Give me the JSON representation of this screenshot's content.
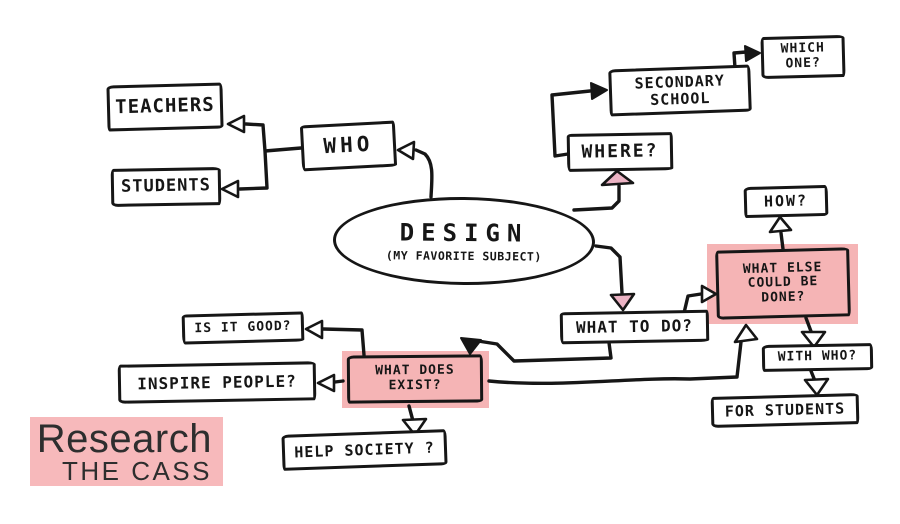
{
  "title": "Design mind map",
  "colors": {
    "ink": "#161616",
    "highlight_pink": "#f5b4b5",
    "logo_background": "#f7b9bb",
    "logo_text": "#2e2e2e",
    "paper": "#ffffff"
  },
  "diagram": {
    "center": {
      "label": "DESIGN",
      "sublabel": "(MY FAVORITE SUBJECT)"
    },
    "nodes": {
      "who": {
        "label": "WHO",
        "highlighted": false
      },
      "teachers": {
        "label": "TEACHERS",
        "highlighted": false
      },
      "students": {
        "label": "STUDENTS",
        "highlighted": false
      },
      "where": {
        "label": "WHERE?",
        "highlighted": false
      },
      "secondary_school": {
        "label": "SECONDARY\nSCHOOL",
        "highlighted": false
      },
      "which_one": {
        "label": "WHICH\nONE?",
        "highlighted": false
      },
      "what_to_do": {
        "label": "WHAT TO DO?",
        "highlighted": false
      },
      "what_else_could_be_done": {
        "label": "WHAT ELSE\nCOULD BE\nDONE?",
        "highlighted": true
      },
      "how": {
        "label": "HOW?",
        "highlighted": false
      },
      "with_who": {
        "label": "WITH WHO?",
        "highlighted": false
      },
      "for_students": {
        "label": "FOR STUDENTS",
        "highlighted": false
      },
      "what_does_exist": {
        "label": "WHAT DOES\nEXIST?",
        "highlighted": true
      },
      "is_it_good": {
        "label": "IS IT GOOD?",
        "highlighted": false
      },
      "inspire_people": {
        "label": "INSPIRE PEOPLE?",
        "highlighted": false
      },
      "help_society": {
        "label": "HELP SOCIETY ?",
        "highlighted": false
      }
    },
    "edges": [
      {
        "from": "design",
        "to": "who"
      },
      {
        "from": "who",
        "to": "teachers"
      },
      {
        "from": "who",
        "to": "students"
      },
      {
        "from": "design",
        "to": "where"
      },
      {
        "from": "where",
        "to": "secondary_school"
      },
      {
        "from": "secondary_school",
        "to": "which_one"
      },
      {
        "from": "design",
        "to": "what_to_do"
      },
      {
        "from": "what_to_do",
        "to": "what_else_could_be_done"
      },
      {
        "from": "what_to_do",
        "to": "what_does_exist"
      },
      {
        "from": "what_does_exist",
        "to": "what_else_could_be_done"
      },
      {
        "from": "what_else_could_be_done",
        "to": "how"
      },
      {
        "from": "what_else_could_be_done",
        "to": "with_who"
      },
      {
        "from": "with_who",
        "to": "for_students"
      },
      {
        "from": "what_does_exist",
        "to": "is_it_good"
      },
      {
        "from": "what_does_exist",
        "to": "inspire_people"
      },
      {
        "from": "what_does_exist",
        "to": "help_society"
      }
    ]
  },
  "logo": {
    "line1": "Research",
    "line2": "THE CASS"
  }
}
